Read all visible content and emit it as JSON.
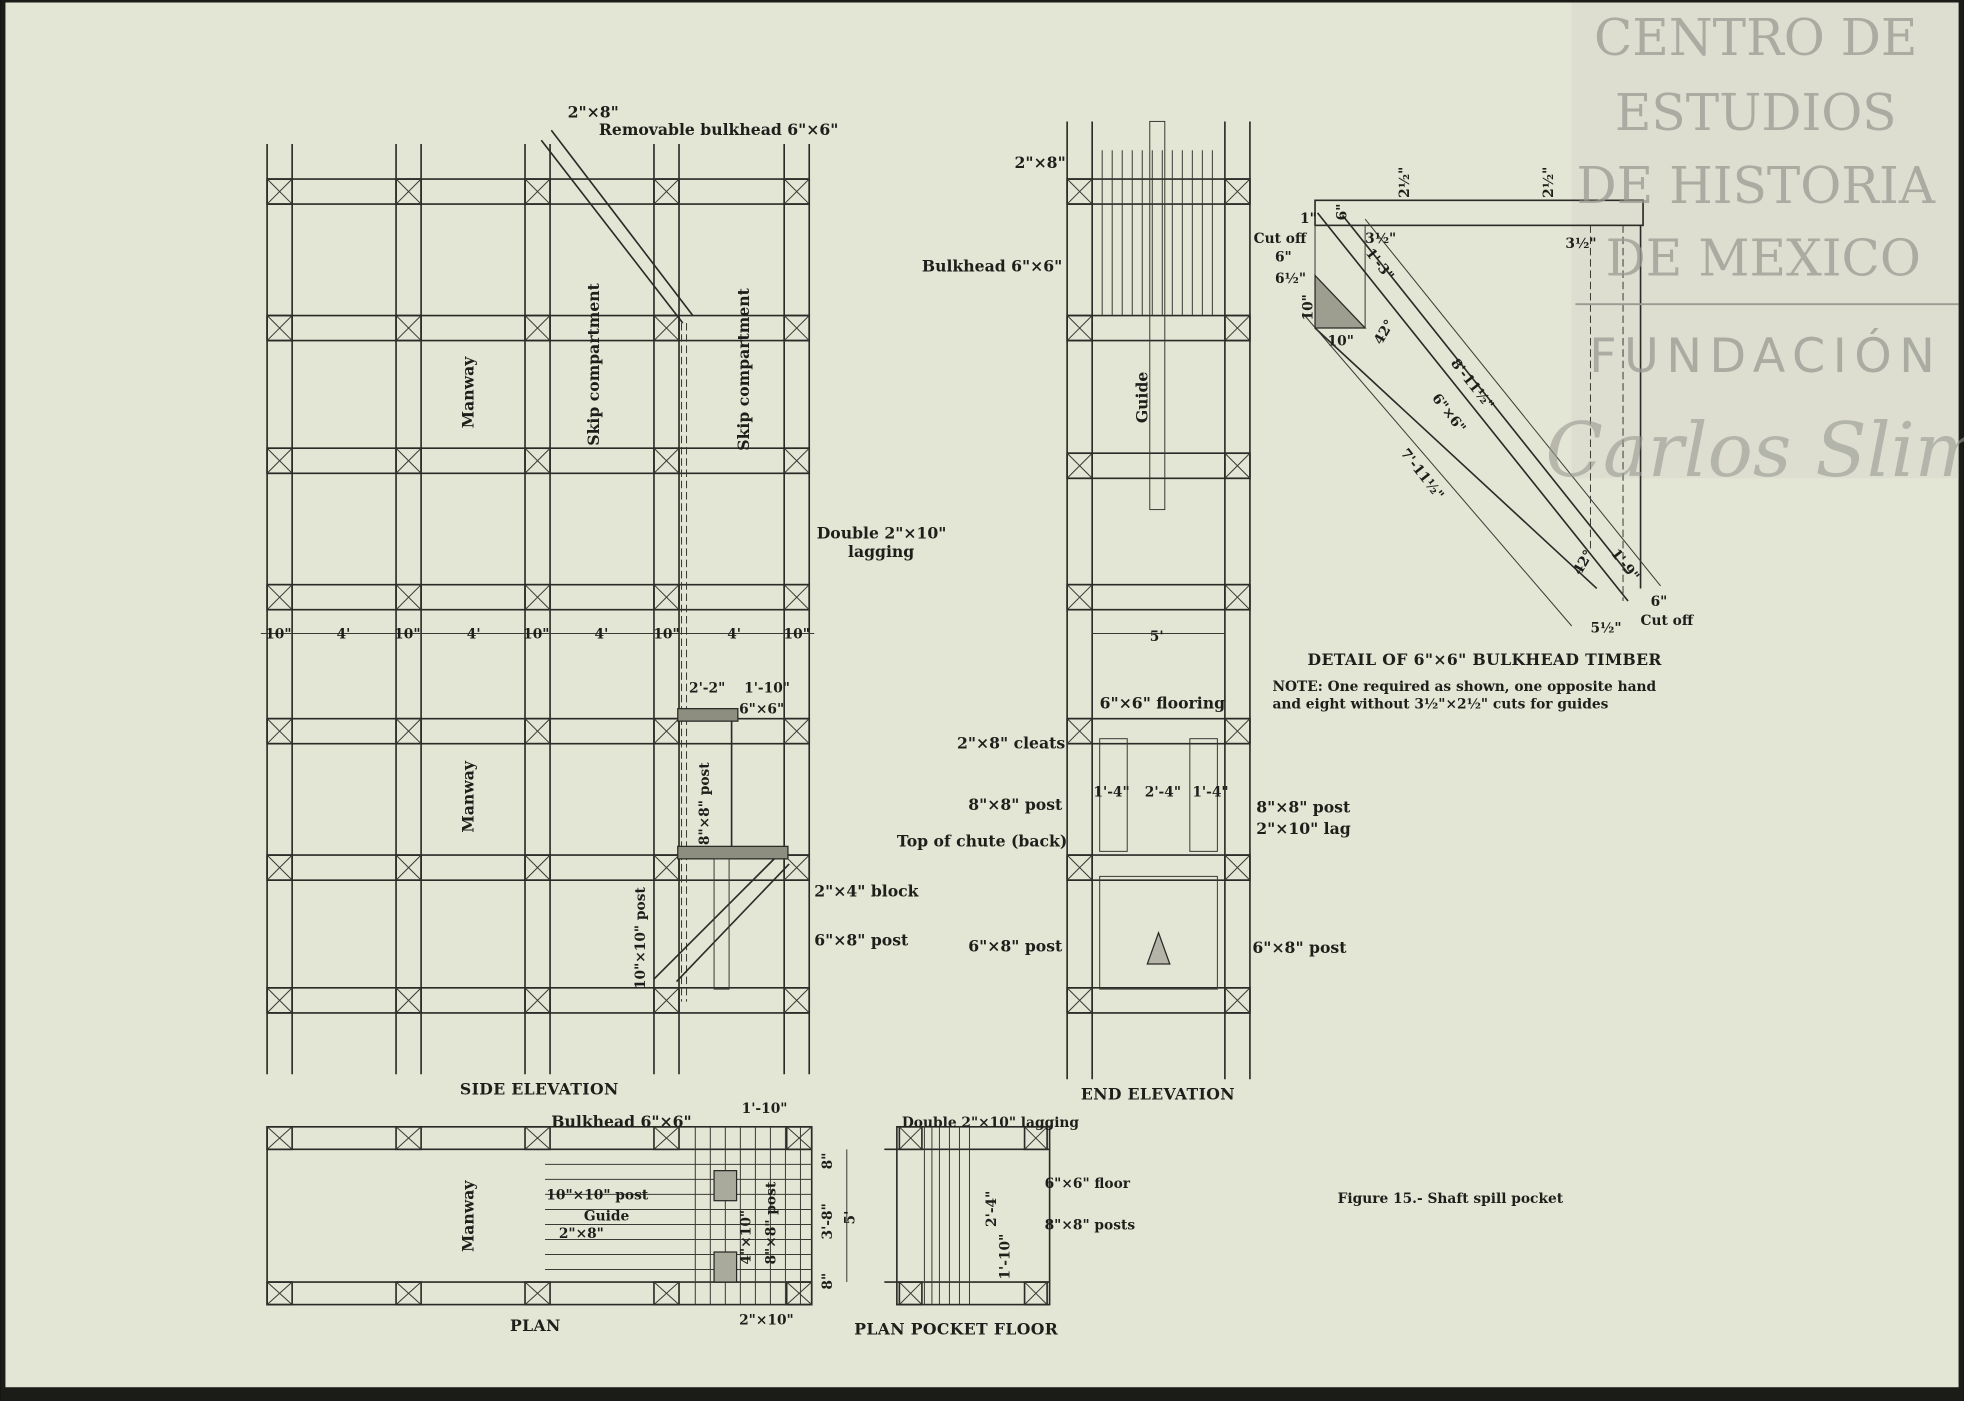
{
  "figure_caption": "Figure 15.- Shaft spill pocket",
  "watermark": {
    "lines": [
      "CENTRO DE",
      "ESTUDIOS",
      "DE HISTORIA",
      "DE MEXICO"
    ],
    "foundation": "FUNDACIÓN",
    "signature": "Carlos Slim"
  },
  "side_elevation": {
    "title": "SIDE ELEVATION",
    "labels": {
      "top_2x8": "2\"×8\"",
      "removable_bulkhead": "Removable bulkhead 6\"×6\"",
      "manway_upper": "Manway",
      "skip1": "Skip compartment",
      "skip2": "Skip compartment",
      "double_lagging_1": "Double 2\"×10\"",
      "double_lagging_2": "lagging",
      "manway_lower": "Manway",
      "dim_22": "2'-2\"",
      "dim_110": "1'-10\"",
      "beam_6x6": "6\"×6\"",
      "post_8x8": "8\"×8\" post",
      "post_10x10": "10\"×10\" post",
      "block_2x4": "2\"×4\" block",
      "post_6x8": "6\"×8\" post"
    },
    "dimensions": [
      "10\"",
      "4'",
      "10\"",
      "4'",
      "10\"",
      "4'",
      "10\"",
      "4'",
      "10\""
    ]
  },
  "end_elevation": {
    "title": "END ELEVATION",
    "labels": {
      "top_2x8": "2\"×8\"",
      "bulkhead": "Bulkhead 6\"×6\"",
      "guide": "Guide",
      "width_5": "5'",
      "flooring": "6\"×6\" flooring",
      "cleats": "2\"×8\" cleats",
      "post_8x8_left": "8\"×8\" post",
      "post_8x8_right": "8\"×8\" post",
      "lag": "2\"×10\" lag",
      "chute": "Top of chute (back)",
      "post_6x8_left": "6\"×8\" post",
      "post_6x8_right": "6\"×8\" post",
      "dim_a": "1'-4\"",
      "dim_b": "2'-4\"",
      "dim_c": "1'-4\""
    }
  },
  "detail": {
    "title": "DETAIL OF 6\"×6\" BULKHEAD TIMBER",
    "note_1": "NOTE: One required as shown, one opposite hand",
    "note_2": "and eight without 3½\"×2½\" cuts for guides",
    "labels": {
      "one_inch": "1\"",
      "six_top": "6\"",
      "two_half_a": "2½\"",
      "two_half_b": "2½\"",
      "three_half_a": "3½\"",
      "three_half_b": "3½\"",
      "cut_off_top": "Cut off",
      "six_side": "6\"",
      "six_half": "6½\"",
      "ten_v": "10\"",
      "ten_h": "10\"",
      "one_three": "1'-3\"",
      "angle_a": "42°",
      "length_long": "8'-11½\"",
      "size": "6\"×6\"",
      "length_short": "7'-11½\"",
      "angle_b": "42°",
      "one_nine": "1'-9\"",
      "six_bottom": "6\"",
      "five_half": "5½\"",
      "cut_off_bottom": "Cut off"
    }
  },
  "plan": {
    "title": "PLAN",
    "labels": {
      "bulkhead": "Bulkhead 6\"×6\"",
      "dim_110": "1'-10\"",
      "manway": "Manway",
      "post_10x10": "10\"×10\" post",
      "guide": "Guide",
      "two_by_8": "2\"×8\"",
      "four_by_10": "4\"×10\"",
      "post_8x8": "8\"×8\" post",
      "two_by_10": "2\"×10\"",
      "dim_8a": "8\"",
      "dim_38": "3'-8\"",
      "dim_8b": "8\"",
      "dim_5": "5'"
    }
  },
  "plan_pocket_floor": {
    "title": "PLAN POCKET FLOOR",
    "labels": {
      "lagging": "Double 2\"×10\" lagging",
      "floor": "6\"×6\" floor",
      "posts": "8\"×8\" posts",
      "dim_24": "2'-4\"",
      "dim_110": "1'-10\""
    }
  },
  "colors": {
    "paper": "#e3e5d5",
    "ink": "#2a2a26",
    "watermark": "#9a9a92"
  }
}
